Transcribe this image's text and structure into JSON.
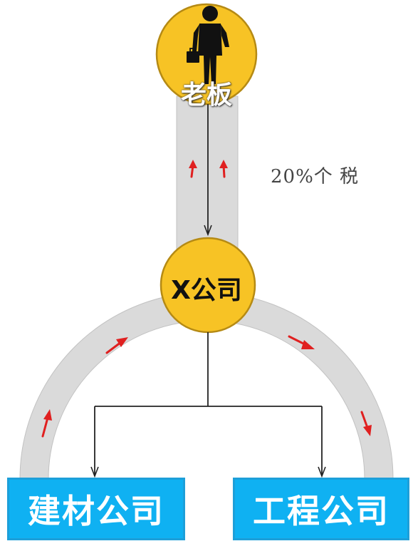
{
  "nodes": {
    "boss": {
      "label": "老板",
      "icon": "businessman-with-briefcase-icon"
    },
    "company_x": {
      "label": "X公司"
    },
    "building_materials": {
      "label": "建材公司"
    },
    "engineering": {
      "label": "工程公司"
    }
  },
  "annotations": {
    "tax": "20%个 税"
  },
  "colors": {
    "circle_fill": "#f7c325",
    "circle_border": "#b58a14",
    "company_box": "#0fb1f2",
    "channel": "#dadada",
    "flow_arrow": "#e02020",
    "connector": "#222222"
  }
}
